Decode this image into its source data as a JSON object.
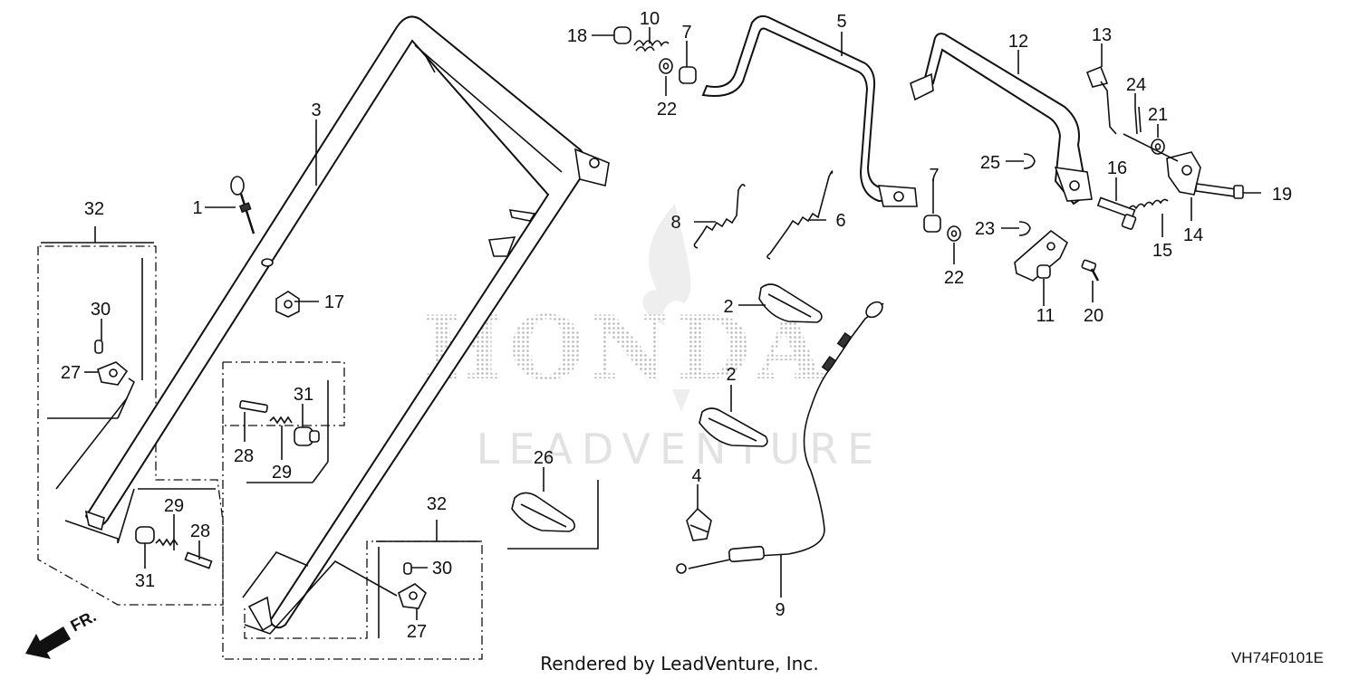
{
  "watermark": {
    "brand": "HONDA",
    "subtitle": "LEADVENTURE"
  },
  "footer": {
    "rendered_by": "Rendered by LeadVenture, Inc.",
    "diagram_code": "VH74F0101E"
  },
  "direction_label": "FR.",
  "callouts": {
    "p1": "1",
    "p2a": "2",
    "p2b": "2",
    "p3": "3",
    "p4": "4",
    "p5": "5",
    "p6": "6",
    "p7a": "7",
    "p7b": "7",
    "p8": "8",
    "p9": "9",
    "p10": "10",
    "p11": "11",
    "p12": "12",
    "p13": "13",
    "p14": "14",
    "p15": "15",
    "p16": "16",
    "p17": "17",
    "p18": "18",
    "p19": "19",
    "p20": "20",
    "p21": "21",
    "p22a": "22",
    "p22b": "22",
    "p23": "23",
    "p24": "24",
    "p25": "25",
    "p26": "26",
    "p27a": "27",
    "p27b": "27",
    "p28a": "28",
    "p28b": "28",
    "p29a": "29",
    "p29b": "29",
    "p30a": "30",
    "p30b": "30",
    "p31a": "31",
    "p31b": "31",
    "p32a": "32",
    "p32b": "32"
  }
}
